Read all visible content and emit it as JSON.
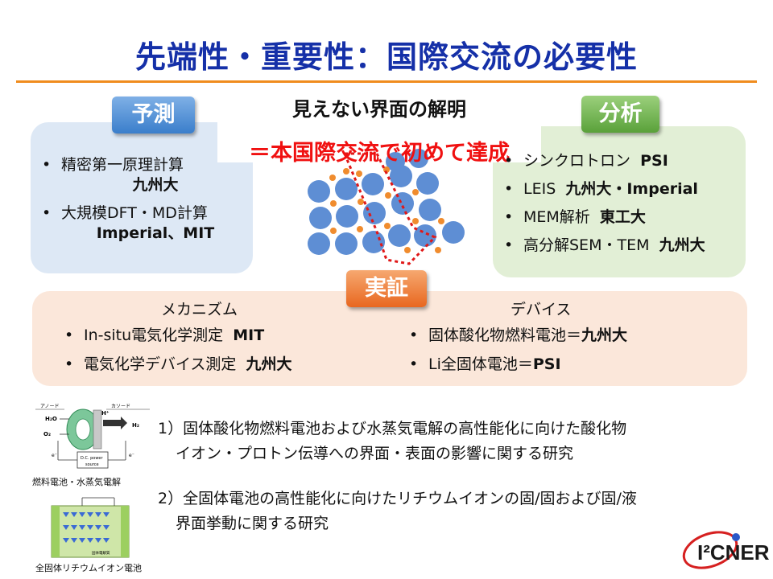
{
  "title": "先端性・重要性：国際交流の必要性",
  "center": {
    "heading": "見えない界面の解明",
    "subheading": "＝本国際交流で初めて達成"
  },
  "prediction": {
    "label": "予測",
    "items": [
      {
        "text": "精密第一原理計算",
        "org": "九州大"
      },
      {
        "text": "大規模DFT・MD計算",
        "org": "Imperial、MIT"
      }
    ]
  },
  "analysis": {
    "label": "分析",
    "items": [
      {
        "text": "シンクロトロン",
        "org": "PSI"
      },
      {
        "text": "LEIS",
        "org": "九州大・Imperial"
      },
      {
        "text": "MEM解析",
        "org": "東工大"
      },
      {
        "text": "高分解SEM・TEM",
        "org": "九州大"
      }
    ]
  },
  "demonstration": {
    "label": "実証",
    "mechanism": {
      "heading": "メカニズム",
      "items": [
        {
          "text": "In-situ電気化学測定",
          "org": "MIT"
        },
        {
          "text": "電気化学デバイス測定",
          "org": "九州大"
        }
      ]
    },
    "device": {
      "heading": "デバイス",
      "items": [
        {
          "text": "固体酸化物燃料電池＝",
          "org": "九州大"
        },
        {
          "text": "Li全固体電池＝",
          "org": "PSI"
        }
      ]
    }
  },
  "figures": {
    "fuel_cell": {
      "caption": "燃料電池・水蒸気電解",
      "anode": "アノード",
      "cathode": "カソード",
      "h2o": "H₂O",
      "hplus": "H⁺",
      "h2": "H₂",
      "o2": "O₂",
      "power1": "D.C. power",
      "power2": "source",
      "e_left": "e⁻",
      "e_right": "e⁻"
    },
    "battery": {
      "caption": "全固体リチウムイオン電池",
      "label": "固体電解質"
    }
  },
  "topics": [
    {
      "line1": "1）固体酸化物燃料電池および水蒸気電解の高性能化に向けた酸化物",
      "line2": "イオン・プロトン伝導への界面・表面の影響に関する研究"
    },
    {
      "line1": "2）全固体電池の高性能化に向けたリチウムイオンの固/固および固/液",
      "line2": "界面挙動に関する研究"
    }
  ],
  "logo": {
    "text": "I²CNER"
  },
  "colors": {
    "title": "#1530a8",
    "accent_orange": "#f08c1e",
    "highlight_red": "#f01010"
  }
}
